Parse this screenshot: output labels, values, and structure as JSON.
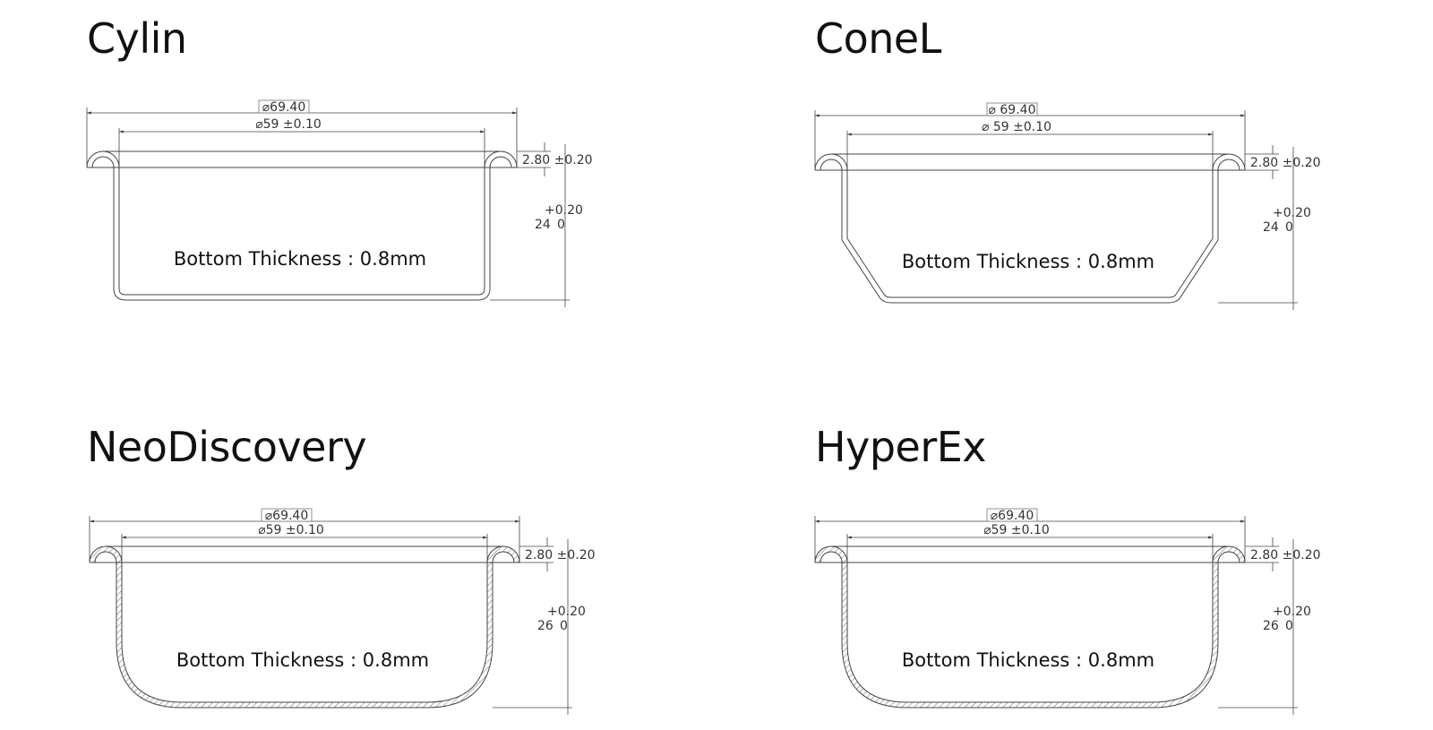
{
  "panels": [
    {
      "title": "Cylin",
      "outer_dia": "⌀69.40",
      "inner_dia": "⌀59 ±0.10",
      "rim": "2.80 ±0.20",
      "height": "24",
      "height_zero": "0",
      "height_tol": "+0.20",
      "note": "Bottom Thickness : 0.8mm"
    },
    {
      "title": "ConeL",
      "outer_dia": "⌀ 69.40",
      "inner_dia": "⌀ 59 ±0.10",
      "rim": "2.80 ±0.20",
      "height": "24",
      "height_zero": "0",
      "height_tol": "+0.20",
      "note": "Bottom Thickness : 0.8mm"
    },
    {
      "title": "NeoDiscovery",
      "outer_dia": "⌀69.40",
      "inner_dia": "⌀59 ±0.10",
      "rim": "2.80 ±0.20",
      "height": "26",
      "height_zero": "0",
      "height_tol": "+0.20",
      "note": "Bottom Thickness : 0.8mm"
    },
    {
      "title": "HyperEx",
      "outer_dia": "⌀69.40",
      "inner_dia": "⌀59 ±0.10",
      "rim": "2.80 ±0.20",
      "height": "26",
      "height_zero": "0",
      "height_tol": "+0.20",
      "note": "Bottom Thickness : 0.8mm"
    }
  ]
}
